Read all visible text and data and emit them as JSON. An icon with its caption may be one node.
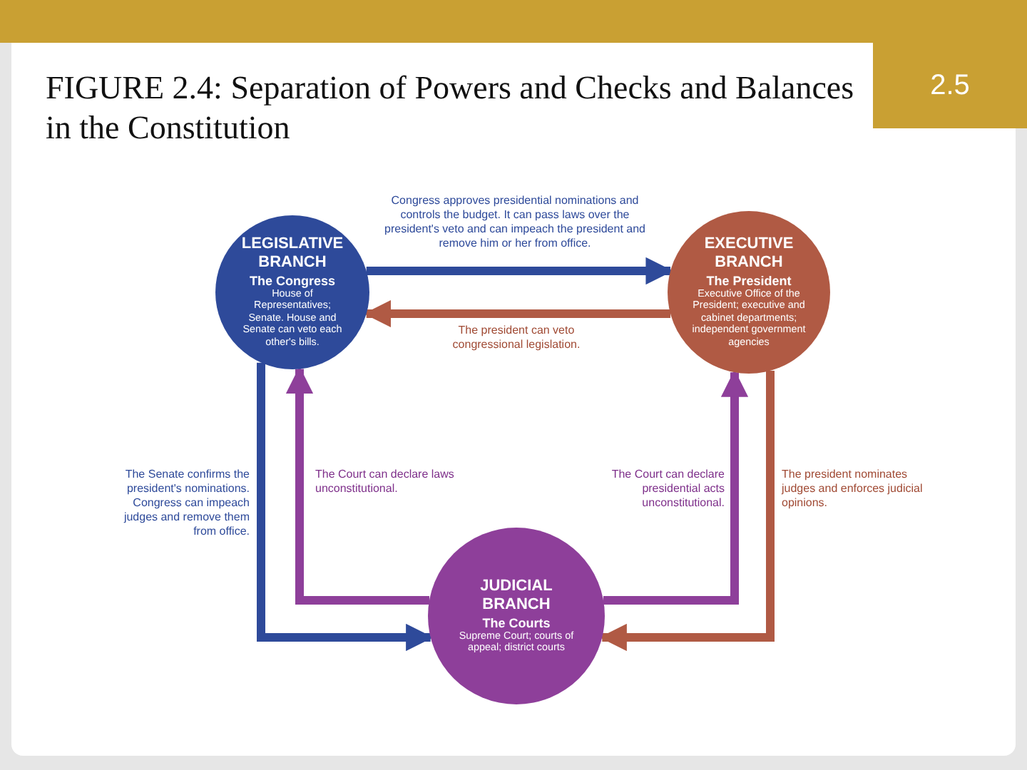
{
  "diagram": {
    "title": "FIGURE 2.4: Separation of Powers and Checks and Balances in the Constitution",
    "nodes": [
      {
        "text": [
          "LEGISLATIVE BRANCH",
          "The Congress",
          "House of Representatives; Senate. House and Senate can veto each other's bills."
        ]
      },
      {
        "text": [
          "EXECUTIVE BRANCH",
          "The President",
          "Executive Office of the President; executive and cabinet departments; independent government agencies"
        ]
      },
      {
        "text": [
          "JUDICIAL BRANCH",
          "The Courts",
          "Supreme Court; courts of appeal; district courts"
        ]
      }
    ],
    "edges": [
      {
        "from": 0,
        "to": 1,
        "arrow": "to",
        "label": "Congress approves presidential nominations and controls the budget. It can pass laws over the president's veto and can impeach the president and remove him or her from office.",
        "color": "#2e4a9a"
      },
      {
        "from": 1,
        "to": 0,
        "arrow": "to",
        "label": "The president can veto congressional legislation.",
        "color": "#b05a44"
      },
      {
        "from": 0,
        "to": 2,
        "arrow": "to",
        "label": "The Senate confirms the president's nominations. Congress can impeach judges and remove them from office.",
        "color": "#2e4a9a"
      },
      {
        "from": 2,
        "to": 0,
        "arrow": "to",
        "label": "The Court can declare laws unconstitutional.",
        "color": "#8e3f9a"
      },
      {
        "from": 2,
        "to": 1,
        "arrow": "to",
        "label": "The Court can declare presidential acts unconstitutional.",
        "color": "#8e3f9a"
      },
      {
        "from": 1,
        "to": 2,
        "arrow": "to",
        "label": "The president nominates judges and enforces judicial opinions.",
        "color": "#b05a44"
      }
    ],
    "labels": [
      "2.5"
    ]
  }
}
